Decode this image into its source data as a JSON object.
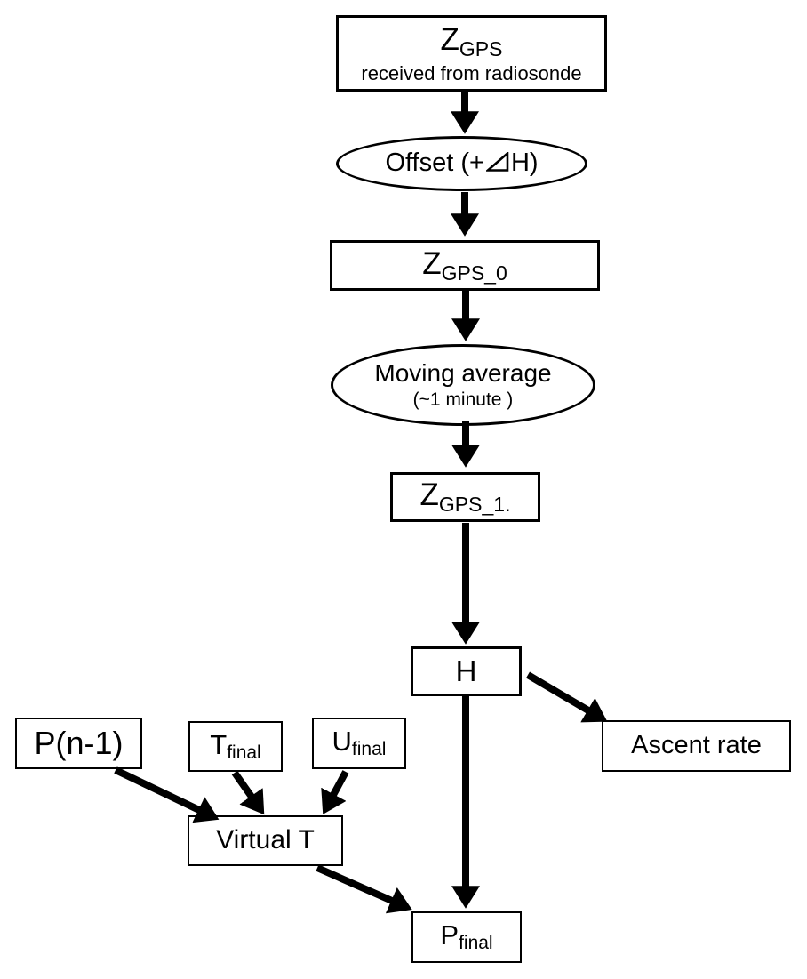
{
  "diagram": {
    "type": "flowchart",
    "colors": {
      "stroke": "#000000",
      "background": "#ffffff"
    },
    "nodes": {
      "zgps": {
        "shape": "rect",
        "main": "Z",
        "sub": "GPS",
        "caption": "received from radiosonde"
      },
      "offset": {
        "shape": "ellipse",
        "label_prefix": "Offset (+",
        "delta_symbol": "⊿",
        "label_suffix": "H)"
      },
      "zgps0": {
        "shape": "rect",
        "main": "Z",
        "sub": "GPS_0"
      },
      "moving_average": {
        "shape": "ellipse",
        "line1": "Moving average",
        "line2": "(~1 minute )"
      },
      "zgps1": {
        "shape": "rect",
        "main": "Z",
        "sub": "GPS_1."
      },
      "h": {
        "shape": "rect",
        "label": "H"
      },
      "ascent_rate": {
        "shape": "rect",
        "label": "Ascent rate"
      },
      "p_n1": {
        "shape": "rect",
        "label": "P(n-1)"
      },
      "t_final": {
        "shape": "rect",
        "main": "T",
        "sub": "final"
      },
      "u_final": {
        "shape": "rect",
        "main": "U",
        "sub": "final"
      },
      "virtual_t": {
        "shape": "rect",
        "label": "Virtual T"
      },
      "p_final": {
        "shape": "rect",
        "main": "P",
        "sub": "final"
      }
    },
    "edges": [
      {
        "from": "zgps",
        "to": "offset"
      },
      {
        "from": "offset",
        "to": "zgps0"
      },
      {
        "from": "zgps0",
        "to": "moving_average"
      },
      {
        "from": "moving_average",
        "to": "zgps1"
      },
      {
        "from": "zgps1",
        "to": "h"
      },
      {
        "from": "h",
        "to": "ascent_rate"
      },
      {
        "from": "h",
        "to": "p_final"
      },
      {
        "from": "p_n1",
        "to": "virtual_t"
      },
      {
        "from": "t_final",
        "to": "virtual_t"
      },
      {
        "from": "u_final",
        "to": "virtual_t"
      },
      {
        "from": "virtual_t",
        "to": "p_final"
      }
    ]
  }
}
